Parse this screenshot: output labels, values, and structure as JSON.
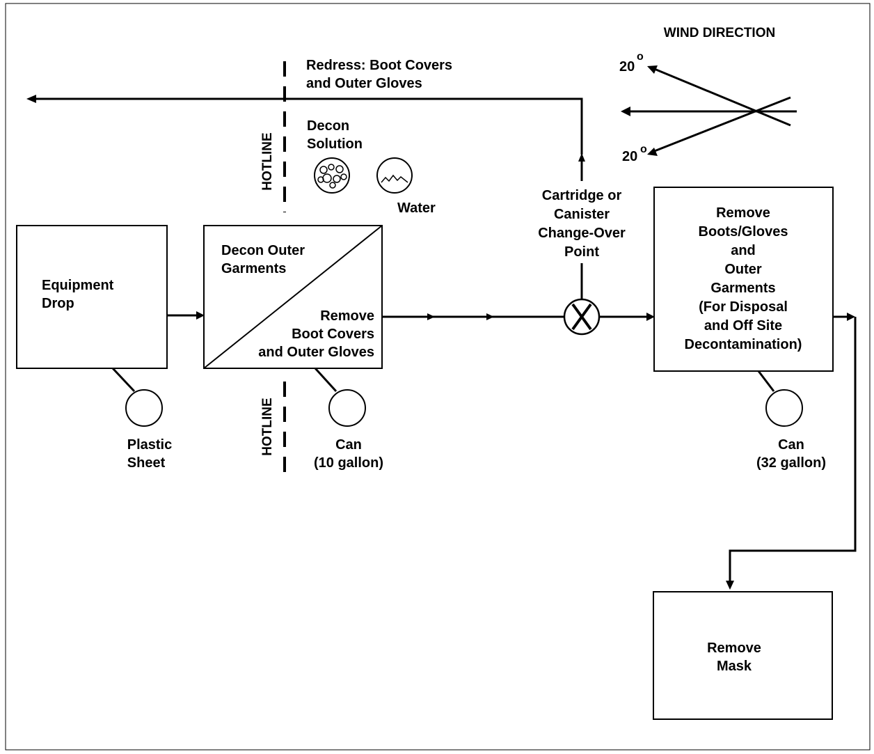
{
  "wind": {
    "title": "WIND DIRECTION",
    "angle_top": "20",
    "angle_bottom": "20",
    "degree_symbol": "o"
  },
  "redress": {
    "line1": "Redress: Boot Covers",
    "line2": "and Outer Gloves"
  },
  "hotline": {
    "label_top": "HOTLINE",
    "label_bottom": "HOTLINE"
  },
  "decon_solution": {
    "line1": "Decon",
    "line2": "Solution",
    "water_label": "Water"
  },
  "equipment_drop": {
    "line1": "Equipment",
    "line2": "Drop",
    "container_line1": "Plastic",
    "container_line2": "Sheet"
  },
  "decon_box": {
    "top_line1": "Decon Outer",
    "top_line2": "Garments",
    "bottom_line1": "Remove",
    "bottom_line2": "Boot Covers",
    "bottom_line3": "and Outer Gloves",
    "container_line1": "Can",
    "container_line2": "(10 gallon)"
  },
  "changeover": {
    "line1": "Cartridge or",
    "line2": "Canister",
    "line3": "Change-Over",
    "line4": "Point"
  },
  "remove_box": {
    "line1": "Remove",
    "line2": "Boots/Gloves",
    "line3": "and",
    "line4": "Outer",
    "line5": "Garments",
    "line6": "(For Disposal",
    "line7": "and Off Site",
    "line8": "Decontamination)",
    "container_line1": "Can",
    "container_line2": "(32 gallon)"
  },
  "mask_box": {
    "line1": "Remove",
    "line2": "Mask"
  }
}
